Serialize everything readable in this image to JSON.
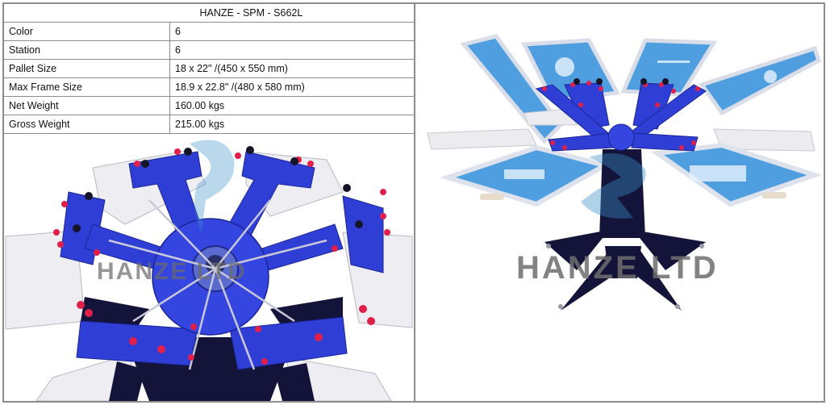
{
  "spec_table": {
    "title": "HANZE - SPM - S662L",
    "rows": [
      {
        "label": "Color",
        "value": "6"
      },
      {
        "label": "Station",
        "value": "6"
      },
      {
        "label": "Pallet Size",
        "value": "18 x 22\" /(450 x 550 mm)"
      },
      {
        "label": "Max Frame Size",
        "value": "18.9 x 22.8\" /(480 x 580 mm)"
      },
      {
        "label": "Net Weight",
        "value": "160.00 kgs"
      },
      {
        "label": "Gross Weight",
        "value": "215.00 kgs"
      }
    ]
  },
  "images": {
    "left": {
      "alt": "6 color 6 station manual screen printing press, top view",
      "watermark": "HANZE LTD"
    },
    "right": {
      "alt": "6 color 6 station manual screen printing press with screen frames",
      "watermark": "HANZE LTD"
    }
  },
  "colors": {
    "border": "#8c8c8c",
    "machine_blue": "#2f3fd6",
    "knob_red": "#e0204a",
    "base_navy": "#14143a",
    "pallet": "#eeeef2",
    "screen_blue": "#4f9fe0",
    "watermark_gray": "#7a7a7a",
    "watermark_blue": "#3a8ec9"
  }
}
